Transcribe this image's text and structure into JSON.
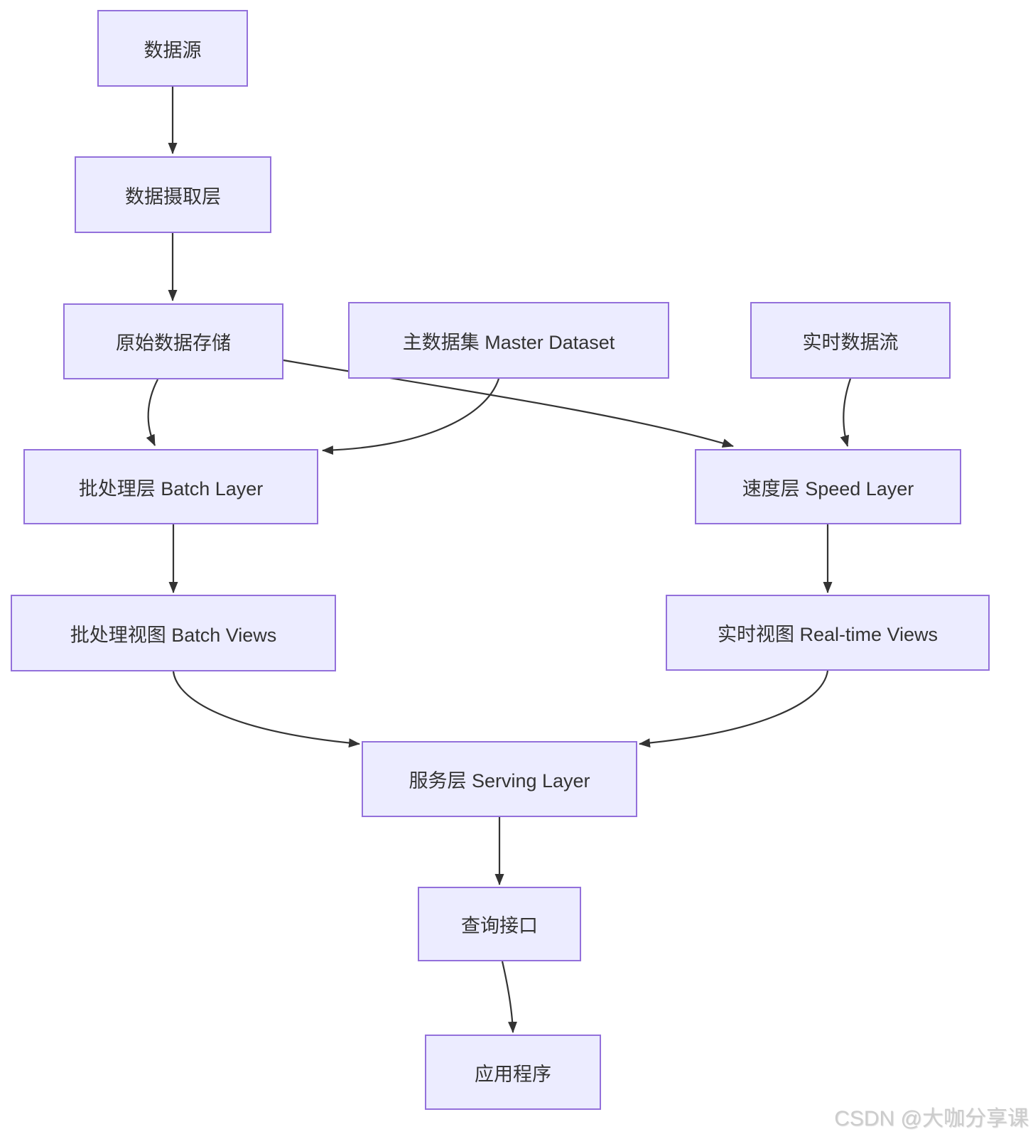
{
  "diagram": {
    "type": "flowchart",
    "direction": "top-down",
    "nodes": [
      {
        "id": "data-source",
        "label": "数据源"
      },
      {
        "id": "ingestion-layer",
        "label": "数据摄取层"
      },
      {
        "id": "raw-storage",
        "label": "原始数据存储"
      },
      {
        "id": "master-dataset",
        "label": "主数据集 Master Dataset"
      },
      {
        "id": "realtime-stream",
        "label": "实时数据流"
      },
      {
        "id": "batch-layer",
        "label": "批处理层 Batch Layer"
      },
      {
        "id": "speed-layer",
        "label": "速度层 Speed Layer"
      },
      {
        "id": "batch-views",
        "label": "批处理视图 Batch Views"
      },
      {
        "id": "realtime-views",
        "label": "实时视图 Real-time Views"
      },
      {
        "id": "serving-layer",
        "label": "服务层 Serving Layer"
      },
      {
        "id": "query-interface",
        "label": "查询接口"
      },
      {
        "id": "application",
        "label": "应用程序"
      }
    ],
    "edges": [
      {
        "from": "数据源",
        "to": "数据摄取层"
      },
      {
        "from": "数据摄取层",
        "to": "原始数据存储"
      },
      {
        "from": "原始数据存储",
        "to": "批处理层 Batch Layer"
      },
      {
        "from": "原始数据存储",
        "to": "速度层 Speed Layer"
      },
      {
        "from": "主数据集 Master Dataset",
        "to": "批处理层 Batch Layer"
      },
      {
        "from": "实时数据流",
        "to": "速度层 Speed Layer"
      },
      {
        "from": "批处理层 Batch Layer",
        "to": "批处理视图 Batch Views"
      },
      {
        "from": "速度层 Speed Layer",
        "to": "实时视图 Real-time Views"
      },
      {
        "from": "批处理视图 Batch Views",
        "to": "服务层 Serving Layer"
      },
      {
        "from": "实时视图 Real-time Views",
        "to": "服务层 Serving Layer"
      },
      {
        "from": "服务层 Serving Layer",
        "to": "查询接口"
      },
      {
        "from": "查询接口",
        "to": "应用程序"
      }
    ],
    "colors": {
      "node_fill": "#ECECFF",
      "node_border": "#9370DB",
      "edge": "#333333",
      "text": "#333333",
      "background": "#FFFFFF",
      "watermark": "#CCCCCC"
    }
  },
  "watermark": {
    "text": "CSDN @大咖分享课"
  }
}
